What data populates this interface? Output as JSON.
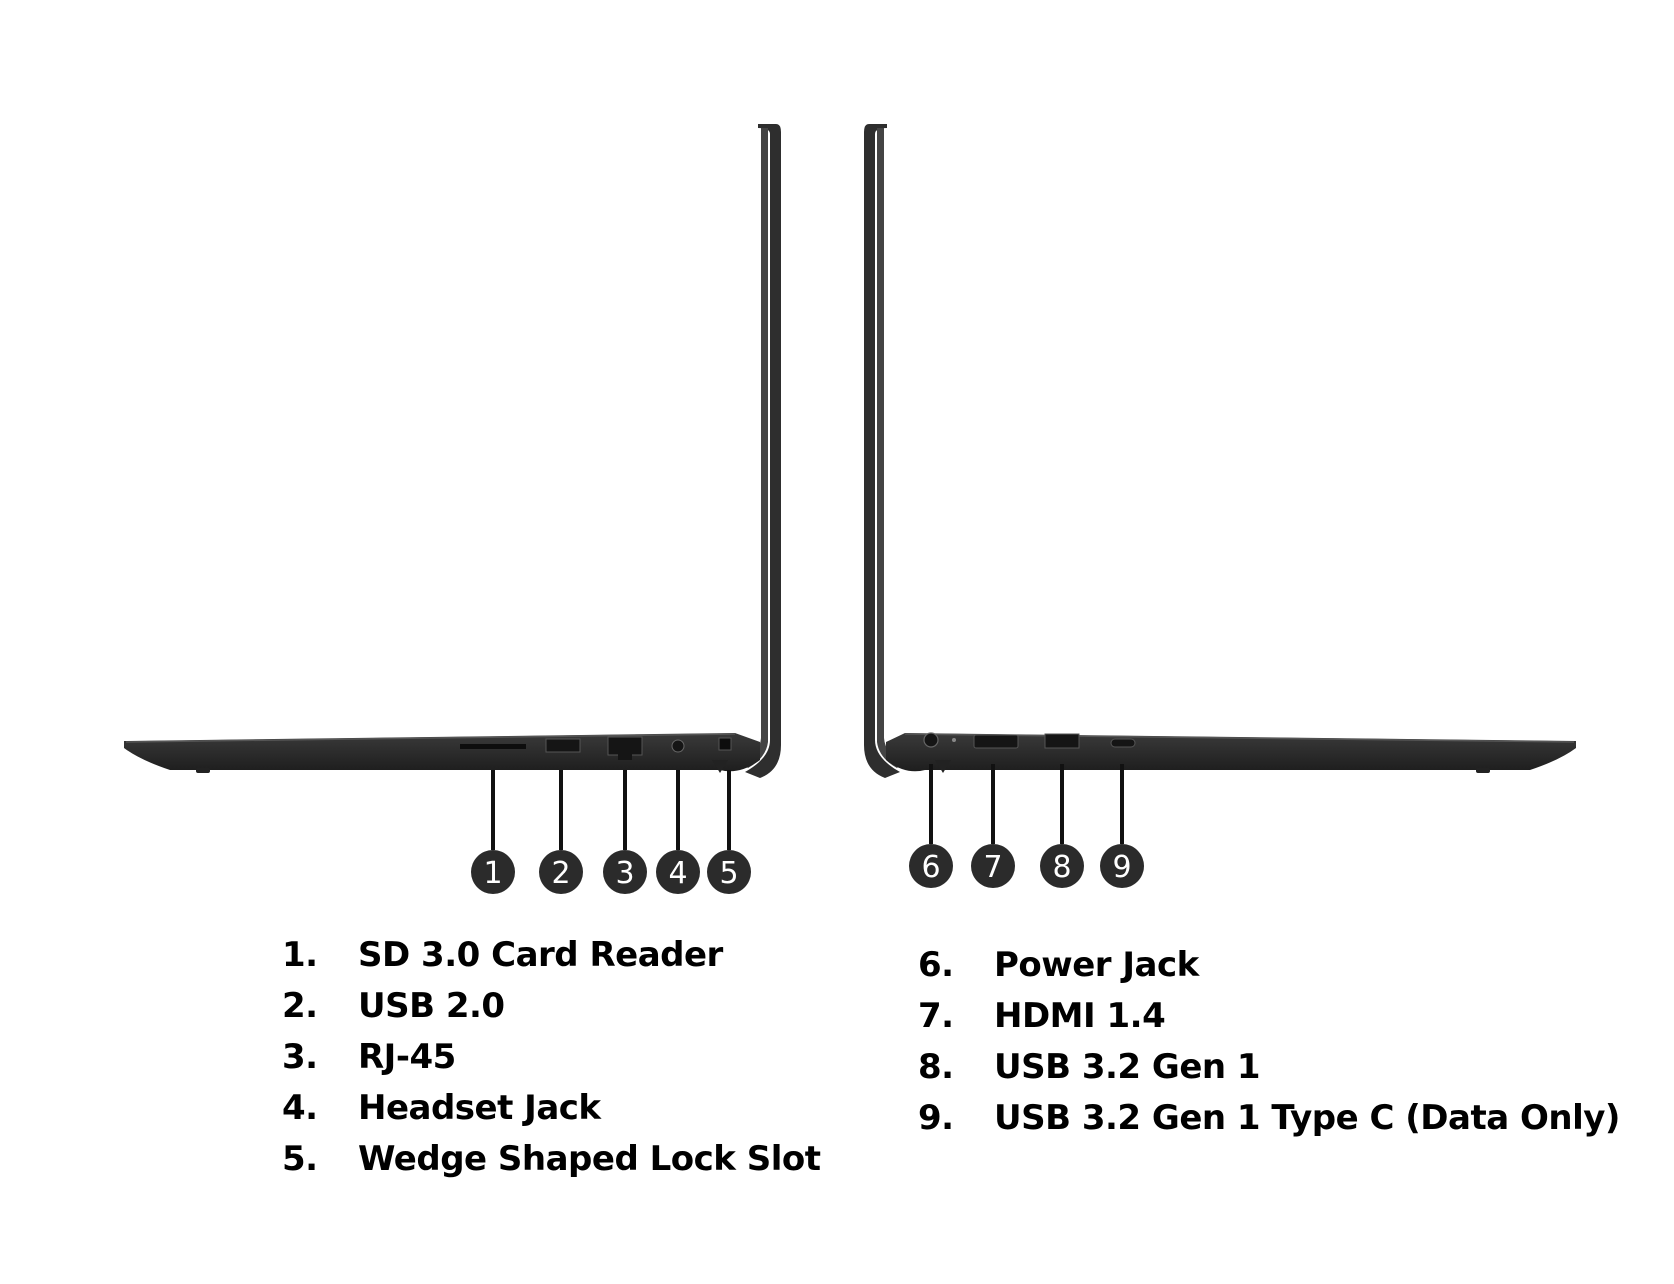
{
  "left_ports": [
    {
      "num": "1",
      "label": "SD 3.0 Card Reader"
    },
    {
      "num": "2",
      "label": "USB 2.0"
    },
    {
      "num": "3",
      "label": "RJ-45"
    },
    {
      "num": "4",
      "label": "Headset Jack"
    },
    {
      "num": "5",
      "label": "Wedge Shaped Lock Slot"
    }
  ],
  "right_ports": [
    {
      "num": "6",
      "label": "Power Jack"
    },
    {
      "num": "7",
      "label": "HDMI 1.4"
    },
    {
      "num": "8",
      "label": "USB 3.2 Gen 1"
    },
    {
      "num": "9",
      "label": "USB 3.2 Gen 1 Type C (Data Only)"
    }
  ],
  "legend_left": [
    {
      "num": "1.",
      "label": "SD 3.0 Card Reader"
    },
    {
      "num": "2.",
      "label": "USB 2.0"
    },
    {
      "num": "3.",
      "label": "RJ-45"
    },
    {
      "num": "4.",
      "label": "Headset Jack"
    },
    {
      "num": "5.",
      "label": "Wedge Shaped Lock Slot"
    }
  ],
  "legend_right": [
    {
      "num": "6.",
      "label": "Power Jack"
    },
    {
      "num": "7.",
      "label": "HDMI 1.4"
    },
    {
      "num": "8.",
      "label": "USB 3.2 Gen 1"
    },
    {
      "num": "9.",
      "label": "USB 3.2 Gen 1 Type C (Data Only)"
    }
  ],
  "colors": {
    "laptop_body": "#2f2f2f",
    "laptop_edge": "#1c1c1c",
    "callout_fill": "#2b2b2b",
    "callout_line": "#111111"
  }
}
